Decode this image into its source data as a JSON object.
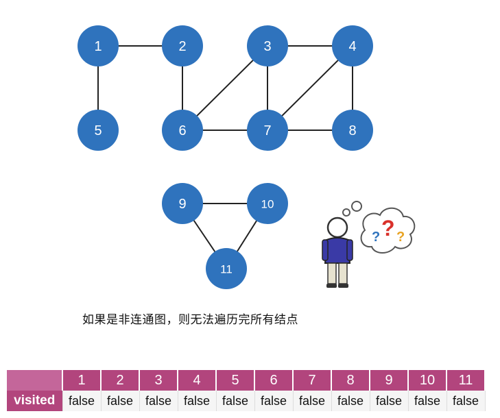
{
  "graph": {
    "nodes": [
      {
        "id": 1,
        "label": "1"
      },
      {
        "id": 2,
        "label": "2"
      },
      {
        "id": 3,
        "label": "3"
      },
      {
        "id": 4,
        "label": "4"
      },
      {
        "id": 5,
        "label": "5"
      },
      {
        "id": 6,
        "label": "6"
      },
      {
        "id": 7,
        "label": "7"
      },
      {
        "id": 8,
        "label": "8"
      },
      {
        "id": 9,
        "label": "9"
      },
      {
        "id": 10,
        "label": "10"
      },
      {
        "id": 11,
        "label": "11"
      }
    ],
    "edges": [
      [
        1,
        2
      ],
      [
        1,
        5
      ],
      [
        2,
        6
      ],
      [
        3,
        4
      ],
      [
        3,
        6
      ],
      [
        3,
        7
      ],
      [
        4,
        7
      ],
      [
        4,
        8
      ],
      [
        6,
        7
      ],
      [
        7,
        8
      ],
      [
        9,
        10
      ],
      [
        9,
        11
      ],
      [
        10,
        11
      ]
    ],
    "node_color": "#2f73bd",
    "edge_color": "#222222"
  },
  "caption": "如果是非连通图，则无法遍历完所有结点",
  "visited_table": {
    "row_label": "visited",
    "columns": [
      "1",
      "2",
      "3",
      "4",
      "5",
      "6",
      "7",
      "8",
      "9",
      "10",
      "11"
    ],
    "values": [
      "false",
      "false",
      "false",
      "false",
      "false",
      "false",
      "false",
      "false",
      "false",
      "false",
      "false"
    ],
    "header_color": "#b2457d"
  },
  "illustration": {
    "question_marks": [
      "?",
      "?",
      "?"
    ],
    "question_colors": [
      "#2f73bd",
      "#d9312b",
      "#e8a323"
    ]
  }
}
